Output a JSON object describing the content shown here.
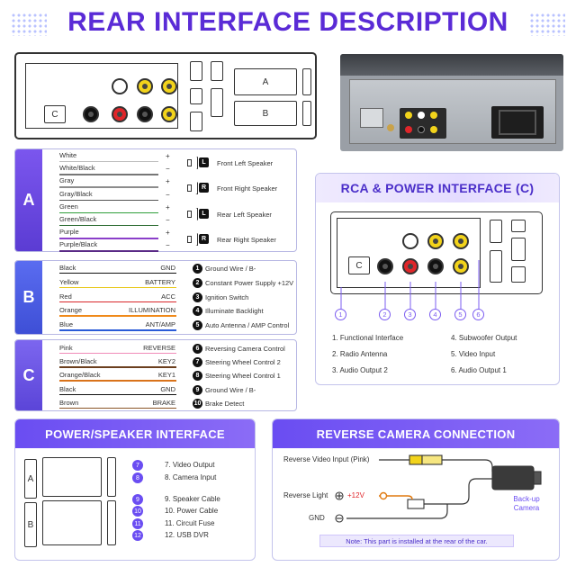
{
  "title": "REAR INTERFACE DESCRIPTION",
  "top_panel": {
    "c_label": "C",
    "a_label": "A",
    "b_label": "B"
  },
  "section_a": {
    "tag": "A",
    "wires": [
      {
        "name": "White",
        "color": "#bdbdbd",
        "sign": "+"
      },
      {
        "name": "White/Black",
        "color": "#777777",
        "sign": "−"
      },
      {
        "name": "Gray",
        "color": "#8c8c8c",
        "sign": "+"
      },
      {
        "name": "Gray/Black",
        "color": "#555555",
        "sign": "−"
      },
      {
        "name": "Green",
        "color": "#2f9e3a",
        "sign": "+"
      },
      {
        "name": "Green/Black",
        "color": "#2a6b30",
        "sign": "−"
      },
      {
        "name": "Purple",
        "color": "#8a3fc9",
        "sign": "+"
      },
      {
        "name": "Purple/Black",
        "color": "#5a2a86",
        "sign": "−"
      }
    ],
    "speakers": [
      {
        "side": "L",
        "label": "Front Left Speaker"
      },
      {
        "side": "R",
        "label": "Front Right Speaker"
      },
      {
        "side": "L",
        "label": "Rear Left Speaker"
      },
      {
        "side": "R",
        "label": "Rear Right Speaker"
      }
    ]
  },
  "section_b": {
    "tag": "B",
    "wires": [
      {
        "name": "Black",
        "func": "GND",
        "color": "#111111"
      },
      {
        "name": "Yellow",
        "func": "BATTERY",
        "color": "#e8c81a"
      },
      {
        "name": "Red",
        "func": "ACC",
        "color": "#d9262a"
      },
      {
        "name": "Orange",
        "func": "ILLUMINATION",
        "color": "#f08a1a"
      },
      {
        "name": "Blue",
        "func": "ANT/AMP",
        "color": "#2a5bd8"
      }
    ],
    "descs": [
      {
        "n": "1",
        "text": "Ground Wire / B-"
      },
      {
        "n": "2",
        "text": "Constant Power Supply +12V"
      },
      {
        "n": "3",
        "text": "Ignition Switch"
      },
      {
        "n": "4",
        "text": "Illuminate Backlight"
      },
      {
        "n": "5",
        "text": "Auto Antenna / AMP Control"
      }
    ]
  },
  "section_c": {
    "tag": "C",
    "wires": [
      {
        "name": "Pink",
        "func": "REVERSE",
        "color": "#f08bb8"
      },
      {
        "name": "Brown/Black",
        "func": "KEY2",
        "color": "#6b3f1e"
      },
      {
        "name": "Orange/Black",
        "func": "KEY1",
        "color": "#d9731a"
      },
      {
        "name": "Black",
        "func": "GND",
        "color": "#111111"
      },
      {
        "name": "Brown",
        "func": "BRAKE",
        "color": "#8a5426"
      }
    ],
    "descs": [
      {
        "n": "6",
        "text": "Reversing Camera Control"
      },
      {
        "n": "7",
        "text": "Steering Wheel Control 2"
      },
      {
        "n": "8",
        "text": "Steering Wheel Control 1"
      },
      {
        "n": "9",
        "text": "Ground Wire / B-"
      },
      {
        "n": "10",
        "text": "Brake Detect"
      }
    ]
  },
  "rca_card": {
    "title": "RCA & POWER INTERFACE (C)",
    "c_label": "C",
    "nums": [
      "1",
      "2",
      "3",
      "4",
      "5",
      "6"
    ],
    "items": [
      "1. Functional Interface",
      "2. Radio Antenna",
      "3. Audio Output 2",
      "4. Subwoofer Output",
      "5. Video Input",
      "6. Audio Output 1"
    ]
  },
  "power_card": {
    "title": "POWER/SPEAKER INTERFACE",
    "a_label": "A",
    "b_label": "B",
    "items": [
      {
        "n": "7",
        "text": "7. Video Output"
      },
      {
        "n": "8",
        "text": "8. Camera Input"
      },
      {
        "n": "9",
        "text": "9. Speaker Cable"
      },
      {
        "n": "10",
        "text": "10. Power Cable"
      },
      {
        "n": "11",
        "text": "11. Circuit Fuse"
      },
      {
        "n": "12",
        "text": "12. USB DVR"
      }
    ]
  },
  "camera_card": {
    "title": "REVERSE CAMERA CONNECTION",
    "video_label": "Reverse Video Input (Pink)",
    "light_label": "Reverse Light",
    "plus": "+12V",
    "gnd_label": "GND",
    "camera_label": "Back-up Camera",
    "note": "Note: This part is installed at the rear of the car."
  }
}
